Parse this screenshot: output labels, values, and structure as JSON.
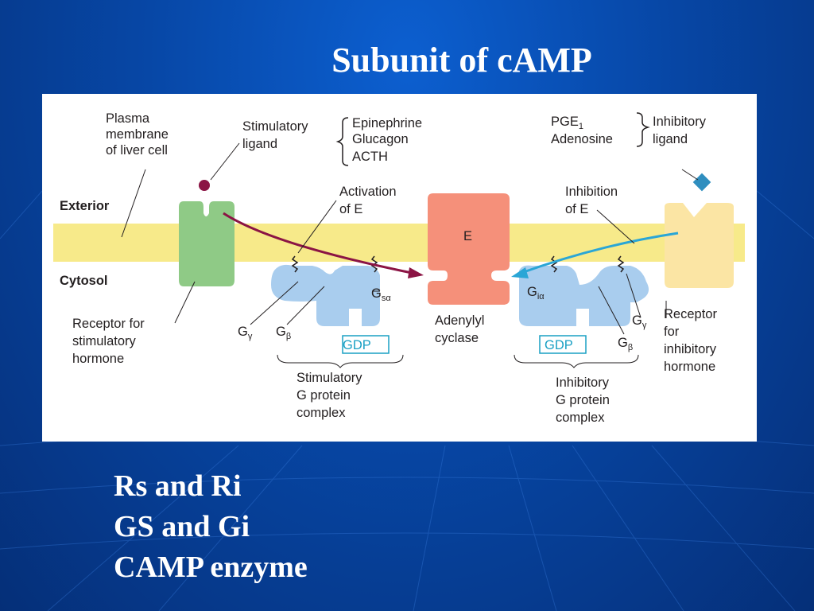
{
  "slide": {
    "title": "Subunit of cAMP",
    "bullets": [
      "Rs and Ri",
      "GS and Gi",
      "CAMP enzyme"
    ]
  },
  "figure": {
    "plasma_membrane_label": [
      "Plasma",
      "membrane",
      "of liver cell"
    ],
    "stimulatory_ligand_label": [
      "Stimulatory",
      "ligand"
    ],
    "stimulatory_ligands": [
      "Epinephrine",
      "Glucagon",
      "ACTH"
    ],
    "inhibitory_ligands": [
      "PGE",
      "Adenosine"
    ],
    "inhibitory_ligand_sub": "1",
    "inhibitory_ligand_label": [
      "Inhibitory",
      "ligand"
    ],
    "exterior_label": "Exterior",
    "cytosol_label": "Cytosol",
    "activation_label": [
      "Activation",
      "of E"
    ],
    "inhibition_label": [
      "Inhibition",
      "of E"
    ],
    "enzyme_label": "E",
    "adenylyl_cyclase_label": [
      "Adenylyl",
      "cyclase"
    ],
    "receptor_stimulatory_label": [
      "Receptor for",
      "stimulatory",
      "hormone"
    ],
    "receptor_inhibitory_label": [
      "Receptor",
      "for",
      "inhibitory",
      "hormone"
    ],
    "g_gamma": "G",
    "g_gamma_sub": "γ",
    "g_beta": "G",
    "g_beta_sub": "β",
    "g_s_alpha": "G",
    "g_s_alpha_sub": "sα",
    "g_i_alpha": "G",
    "g_i_alpha_sub": "iα",
    "gdp": "GDP",
    "stimulatory_complex_label": [
      "Stimulatory",
      "G protein",
      "complex"
    ],
    "inhibitory_complex_label": [
      "Inhibitory",
      "G protein",
      "complex"
    ],
    "colors": {
      "membrane": "#f7ea8a",
      "stim_receptor": "#8fca86",
      "inhib_receptor": "#fbe5a4",
      "g_protein": "#a9cdee",
      "adenylyl_cyclase": "#f5907a",
      "stim_arrow": "#8b1444",
      "inhib_arrow": "#2aa6d6",
      "stim_ligand": "#8b1444",
      "inhib_ligand": "#2f8ebf"
    }
  }
}
